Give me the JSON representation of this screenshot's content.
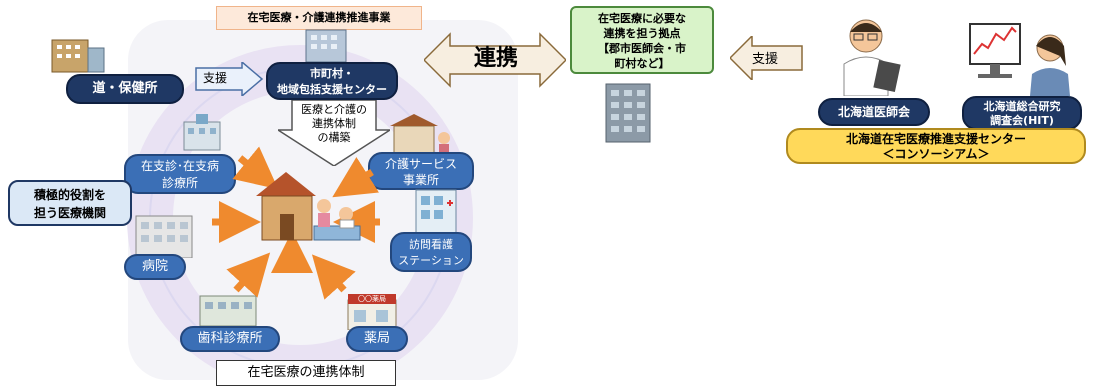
{
  "header": {
    "project_label": "在宅医療・介護連携推進事業"
  },
  "left": {
    "prefecture_health": "道・保健所",
    "support_arrow": "支援",
    "municipality_line1": "市町村・",
    "municipality_line2": "地域包括支援センター",
    "build_line1": "医療と介護の",
    "build_line2": "連携体制",
    "build_line3": "の構築",
    "clinic_line1": "在支診･在支病",
    "clinic_line2": "診療所",
    "role_line1": "積極的役割を",
    "role_line2": "担う医療機関",
    "hospital": "病院",
    "dental": "歯科診療所",
    "pharmacy": "薬局",
    "pharmacy_sign": "〇〇薬局",
    "care_line1": "介護サービス",
    "care_line2": "事業所",
    "nursing_line1": "訪問看護",
    "nursing_line2": "ステーション",
    "footer": "在宅医療の連携体制"
  },
  "center": {
    "link_label": "連携",
    "hub_line1": "在宅医療に必要な",
    "hub_line2": "連携を担う拠点",
    "hub_line3": "【郡市医師会・市",
    "hub_line4": "町村など】"
  },
  "right": {
    "support_arrow": "支援",
    "medical_association": "北海道医師会",
    "hit_line1": "北海道総合研究",
    "hit_line2": "調査会(HIT)",
    "center_line1": "北海道在宅医療推進支援センター",
    "center_line2": "＜コンソーシアム＞"
  }
}
